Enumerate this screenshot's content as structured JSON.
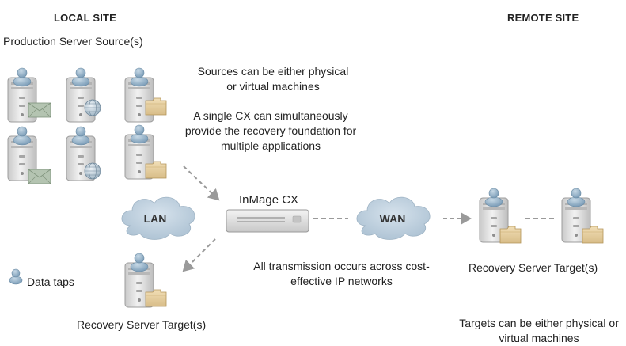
{
  "local_site": {
    "header": "LOCAL SITE",
    "sources_label": "Production Server Source(s)",
    "sources_note": "Sources can be either physical or virtual machines",
    "cx_note": "A single CX can simultaneously provide the recovery foundation for multiple applications",
    "lan_label": "LAN",
    "legend_label": "Data taps",
    "recovery_label": "Recovery Server Target(s)",
    "servers": [
      {
        "overlay": "envelope-icon"
      },
      {
        "overlay": "globe-icon"
      },
      {
        "overlay": "folder-icon"
      },
      {
        "overlay": "envelope-icon"
      },
      {
        "overlay": "globe-icon"
      },
      {
        "overlay": "folder-icon"
      }
    ]
  },
  "center": {
    "cx_label": "InMage CX",
    "wan_label": "WAN",
    "transmission_note": "All transmission occurs across cost-effective IP networks"
  },
  "remote_site": {
    "header": "REMOTE SITE",
    "recovery_label": "Recovery Server Target(s)",
    "targets_note": "Targets can be either physical or virtual machines"
  },
  "colors": {
    "cloud": "#b9ccdb",
    "server": "#dcdcdc",
    "person": "#8aa8c0",
    "folder": "#e6cfa0",
    "envelope": "#a9bba6",
    "arrow": "#9a9a9a"
  }
}
